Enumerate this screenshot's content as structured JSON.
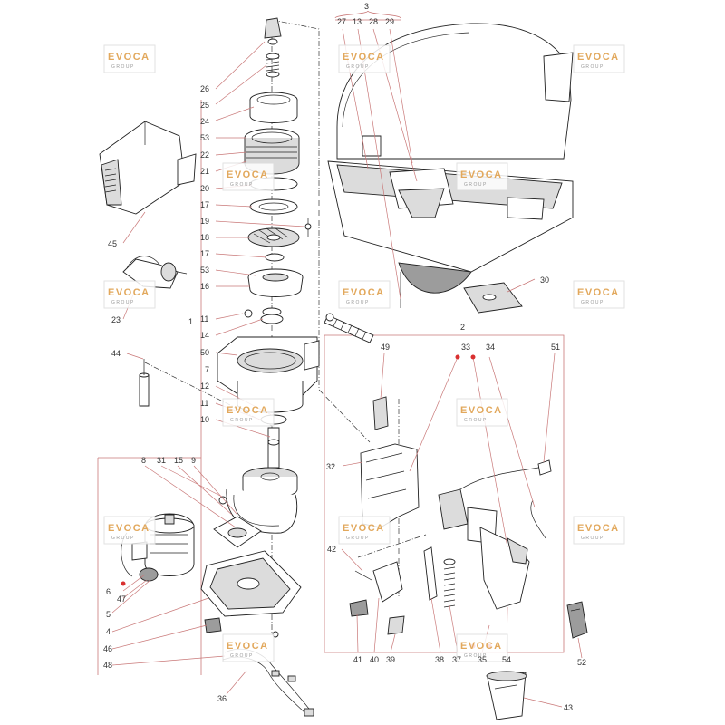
{
  "watermark": {
    "brand": "EVOCA",
    "sub": "GROUP"
  },
  "colors": {
    "label": "#333333",
    "leader": "#c97878",
    "marker": "#d93030",
    "watermark": "#e2a85c"
  },
  "labels": {
    "l3": "3",
    "l27": "27",
    "l13": "13",
    "l28": "28",
    "l29": "29",
    "l26": "26",
    "l25": "25",
    "l24": "24",
    "l53a": "53",
    "l22": "22",
    "l21": "21",
    "l20": "20",
    "l17a": "17",
    "l19": "19",
    "l18": "18",
    "l17b": "17",
    "l53b": "53",
    "l16": "16",
    "l1": "1",
    "l11a": "11",
    "l14": "14",
    "l50": "50",
    "l7": "7",
    "l12": "12",
    "l11b": "11",
    "l10": "10",
    "l45": "45",
    "l23": "23",
    "l44": "44",
    "l30": "30",
    "l2": "2",
    "l49": "49",
    "l33": "33",
    "l34": "34",
    "l51": "51",
    "l32": "32",
    "l42": "42",
    "l8": "8",
    "l31": "31",
    "l15": "15",
    "l9": "9",
    "l6": "6",
    "l47": "47",
    "l5": "5",
    "l4": "4",
    "l46": "46",
    "l48": "48",
    "l36": "36",
    "l41": "41",
    "l40": "40",
    "l39": "39",
    "l38": "38",
    "l37": "37",
    "l35": "35",
    "l54": "54",
    "l52": "52",
    "l43": "43"
  }
}
